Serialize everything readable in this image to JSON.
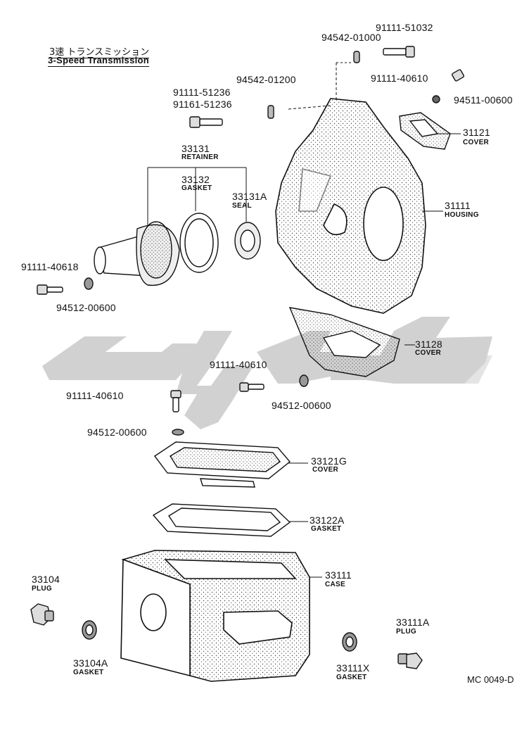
{
  "title": {
    "japanese": "3速 トランスミッション",
    "english": "3-Speed Transmission"
  },
  "diagram_code": "MC 0049-D",
  "parts": [
    {
      "id": "p1",
      "number": "91111-51032",
      "name": ""
    },
    {
      "id": "p2",
      "number": "94542-01000",
      "name": ""
    },
    {
      "id": "p3",
      "number": "91111-40610",
      "name": ""
    },
    {
      "id": "p4",
      "number": "94511-00600",
      "name": ""
    },
    {
      "id": "p5",
      "number": "94542-01200",
      "name": ""
    },
    {
      "id": "p6",
      "number": "91111-51236",
      "name": ""
    },
    {
      "id": "p7",
      "number": "91161-51236",
      "name": ""
    },
    {
      "id": "p8",
      "number": "31121",
      "name": "COVER"
    },
    {
      "id": "p9",
      "number": "33131",
      "name": "RETAINER"
    },
    {
      "id": "p10",
      "number": "33132",
      "name": "GASKET"
    },
    {
      "id": "p11",
      "number": "33131A",
      "name": "SEAL"
    },
    {
      "id": "p12",
      "number": "31111",
      "name": "HOUSING"
    },
    {
      "id": "p13",
      "number": "91111-40618",
      "name": ""
    },
    {
      "id": "p14",
      "number": "94512-00600",
      "name": ""
    },
    {
      "id": "p15",
      "number": "31128",
      "name": "COVER"
    },
    {
      "id": "p16",
      "number": "91111-40610",
      "name": ""
    },
    {
      "id": "p17",
      "number": "91111-40610",
      "name": ""
    },
    {
      "id": "p18",
      "number": "94512-00600",
      "name": ""
    },
    {
      "id": "p19",
      "number": "94512-00600",
      "name": ""
    },
    {
      "id": "p20",
      "number": "33121G",
      "name": "COVER"
    },
    {
      "id": "p21",
      "number": "33122A",
      "name": "GASKET"
    },
    {
      "id": "p22",
      "number": "33111",
      "name": "CASE"
    },
    {
      "id": "p23",
      "number": "33104",
      "name": "PLUG"
    },
    {
      "id": "p24",
      "number": "33104A",
      "name": "GASKET"
    },
    {
      "id": "p25",
      "number": "33111X",
      "name": "GASKET"
    },
    {
      "id": "p26",
      "number": "33111A",
      "name": "PLUG"
    }
  ],
  "colors": {
    "ink": "#111111",
    "watermark": "#cfcfcf",
    "stipple": "#555555"
  }
}
